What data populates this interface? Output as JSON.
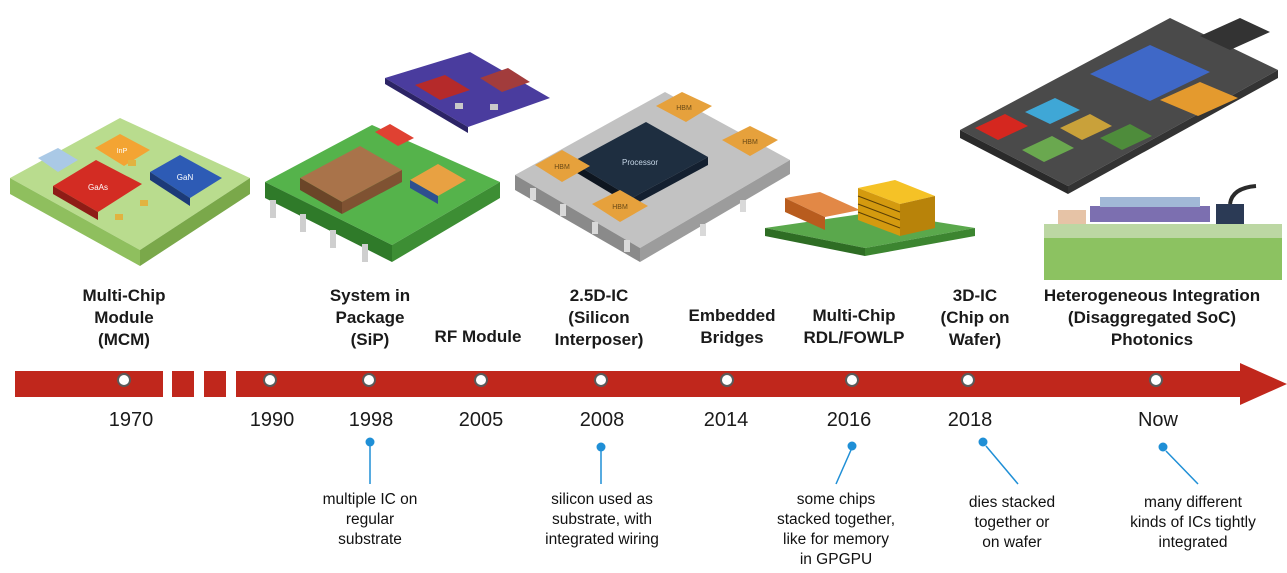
{
  "milestones": [
    {
      "label": "Multi-Chip\nModule\n(MCM)",
      "year": "1970"
    },
    {
      "label": "",
      "year": "1990"
    },
    {
      "label": "System in\nPackage\n(SiP)",
      "year": "1998",
      "note": "multiple IC on\nregular\nsubstrate"
    },
    {
      "label": "RF Module",
      "year": "2005"
    },
    {
      "label": "2.5D-IC\n(Silicon\nInterposer)",
      "year": "2008",
      "note": "silicon used as\nsubstrate, with\nintegrated wiring"
    },
    {
      "label": "Embedded\nBridges",
      "year": "2014"
    },
    {
      "label": "Multi-Chip\nRDL/FOWLP",
      "year": "2016",
      "note": "some chips\nstacked together,\nlike for memory\nin GPGPU"
    },
    {
      "label": "3D-IC\n(Chip on\nWafer)",
      "year": "2018",
      "note": "dies stacked\ntogether or\non wafer"
    },
    {
      "label": "Heterogeneous Integration\n(Disaggregated SoC)\nPhotonics",
      "year": "Now",
      "note": "many different\nkinds of ICs tightly\nintegrated"
    }
  ],
  "chip_labels": {
    "mcm_die1": "GaAs",
    "mcm_die2": "GaN",
    "mcm_die3": "InP",
    "interposer_proc": "Processor",
    "hbm": "HBM"
  },
  "colors": {
    "arrow": "#c0271c",
    "callout": "#1f8fd6"
  }
}
